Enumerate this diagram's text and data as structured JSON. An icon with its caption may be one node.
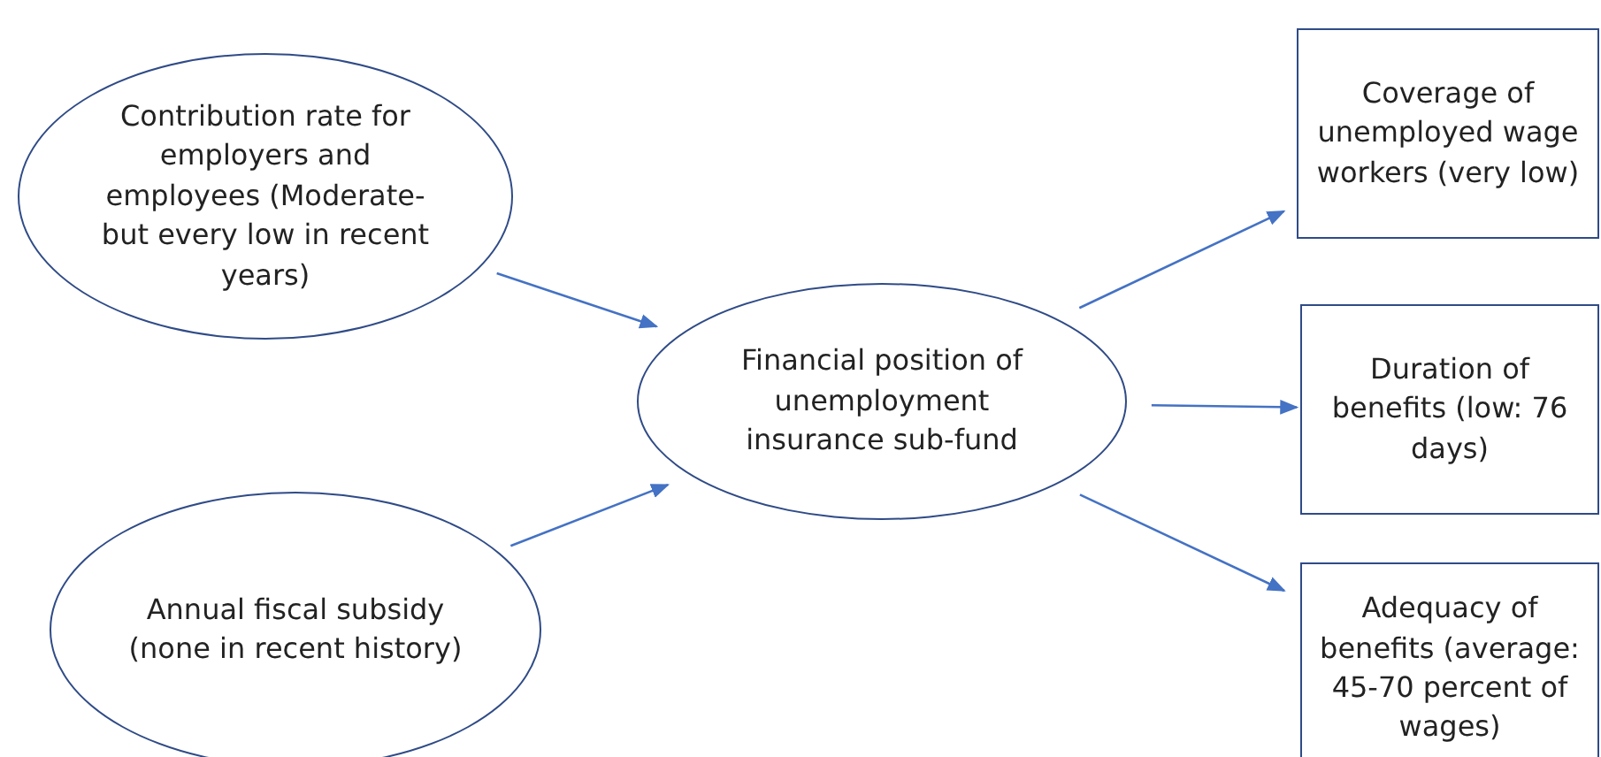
{
  "diagram": {
    "nodes": [
      {
        "text": [
          "Contribution rate for employers and employees (Moderate-but every low in recent years)"
        ]
      },
      {
        "text": [
          "Annual fiscal subsidy (none in recent history)"
        ]
      },
      {
        "text": [
          "Financial position of unemployment insurance sub-fund"
        ]
      },
      {
        "text": [
          "Coverage of unemployed wage workers (very low)"
        ]
      },
      {
        "text": [
          "Duration of benefits (low: 76 days)"
        ]
      },
      {
        "text": [
          "Adequacy of benefits (average: 45-70 percent of wages)"
        ]
      }
    ],
    "edges": [
      {
        "from": 0,
        "to": 2,
        "arrow": "to"
      },
      {
        "from": 1,
        "to": 2,
        "arrow": "to"
      },
      {
        "from": 2,
        "to": 3,
        "arrow": "to"
      },
      {
        "from": 2,
        "to": 4,
        "arrow": "to"
      },
      {
        "from": 2,
        "to": 5,
        "arrow": "to"
      }
    ]
  }
}
